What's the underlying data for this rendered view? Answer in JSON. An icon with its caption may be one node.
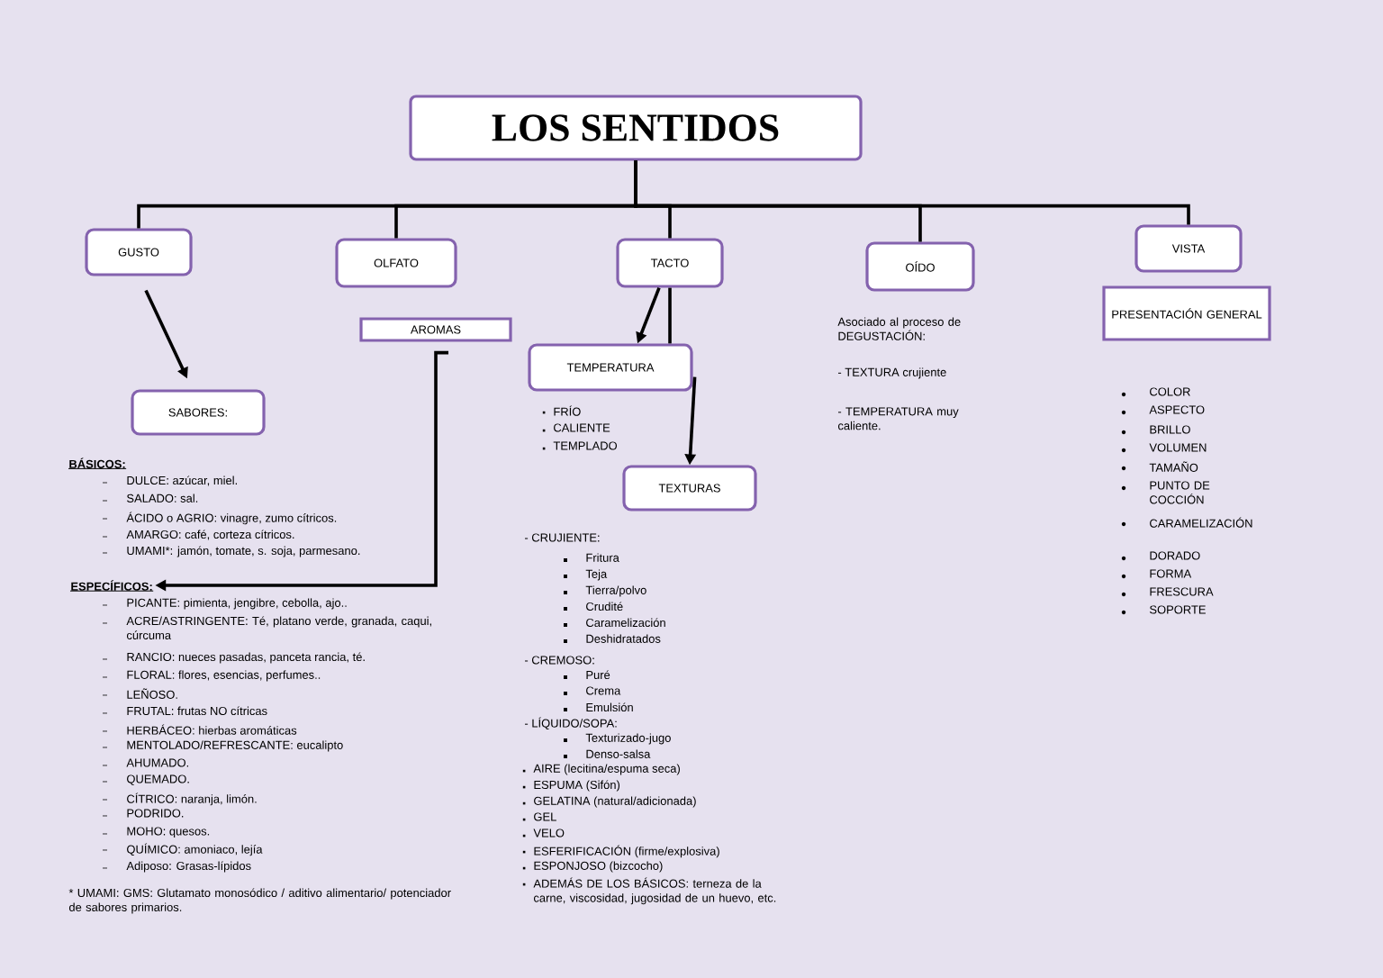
{
  "diagram": {
    "nodes": [
      {
        "text": [
          "LOS SENTIDOS"
        ]
      },
      {
        "text": [
          "GUSTO"
        ]
      },
      {
        "text": [
          "OLFATO"
        ]
      },
      {
        "text": [
          "TACTO"
        ]
      },
      {
        "text": [
          "OÍDO"
        ]
      },
      {
        "text": [
          "VISTA"
        ]
      },
      {
        "text": [
          "SABORES:"
        ]
      },
      {
        "text": [
          "AROMAS"
        ]
      },
      {
        "text": [
          "TEMPERATURA"
        ]
      },
      {
        "text": [
          "TEXTURAS"
        ]
      },
      {
        "text": [
          "PRESENTACIÓN GENERAL"
        ]
      },
      {
        "text": [
          "ESPECÍFICOS:"
        ]
      }
    ],
    "edges": [
      {
        "from": 0,
        "to": 1,
        "arrow": "none"
      },
      {
        "from": 0,
        "to": 2,
        "arrow": "none"
      },
      {
        "from": 0,
        "to": 3,
        "arrow": "none"
      },
      {
        "from": 0,
        "to": 4,
        "arrow": "none"
      },
      {
        "from": 0,
        "to": 5,
        "arrow": "none"
      },
      {
        "from": 1,
        "to": 6,
        "arrow": "to"
      },
      {
        "from": 7,
        "to": 11,
        "arrow": "to"
      },
      {
        "from": 3,
        "to": 8,
        "arrow": "to"
      },
      {
        "from": 3,
        "to": 8,
        "arrow": "none"
      },
      {
        "from": 8,
        "to": 9,
        "arrow": "to"
      }
    ],
    "labels": [
      "BÁSICOS:",
      "DULCE: azúcar, miel.",
      "SALADO: sal.",
      "ÁCIDO o AGRIO: vinagre, zumo cítricos.",
      "AMARGO: café, corteza cítricos.",
      "UMAMI*: jamón, tomate, s. soja, parmesano.",
      "PICANTE: pimienta, jengibre, cebolla, ajo..",
      "ACRE/ASTRINGENTE: Té, platano verde, granada, caqui, cúrcuma",
      "RANCIO: nueces pasadas, panceta rancia, té.",
      "FLORAL: flores, esencias, perfumes..",
      "LEÑOSO.",
      "FRUTAL: frutas NO cítricas",
      "HERBÁCEO: hierbas aromáticas",
      "MENTOLADO/REFRESCANTE: eucalipto",
      "AHUMADO.",
      "QUEMADO.",
      "CÍTRICO: naranja, limón.",
      "PODRIDO.",
      "MOHO: quesos.",
      "QUÍMICO: amoniaco, lejía",
      "Adiposo: Grasas-lípidos",
      "* UMAMI: GMS: Glutamato monosódico / aditivo alimentario/ potenciador de sabores primarios.",
      "FRÍO",
      "CALIENTE",
      "TEMPLADO",
      "- CRUJIENTE:",
      "Fritura",
      "Teja",
      "Tierra/polvo",
      "Crudité",
      "Caramelización",
      "Deshidratados",
      "- CREMOSO:",
      "Puré",
      "Crema",
      "Emulsión",
      "- LÍQUIDO/SOPA:",
      "Texturizado-jugo",
      "Denso-salsa",
      "AIRE (lecitina/espuma seca)",
      "ESPUMA (Sifón)",
      "GELATINA (natural/adicionada)",
      "GEL",
      "VELO",
      "ESFERIFICACIÓN (firme/explosiva)",
      "ESPONJOSO (bizcocho)",
      "ADEMÁS DE LOS BÁSICOS: terneza de la carne, viscosidad, jugosidad de un huevo, etc.",
      "Asociado al proceso de DEGUSTACIÓN:",
      "- TEXTURA crujiente",
      "- TEMPERATURA muy caliente.",
      "COLOR",
      "ASPECTO",
      "BRILLO",
      "VOLUMEN",
      "TAMAÑO",
      "PUNTO DE COCCIÓN",
      "CARAMELIZACIÓN",
      "DORADO",
      "FORMA",
      "FRESCURA",
      "SOPORTE"
    ]
  }
}
